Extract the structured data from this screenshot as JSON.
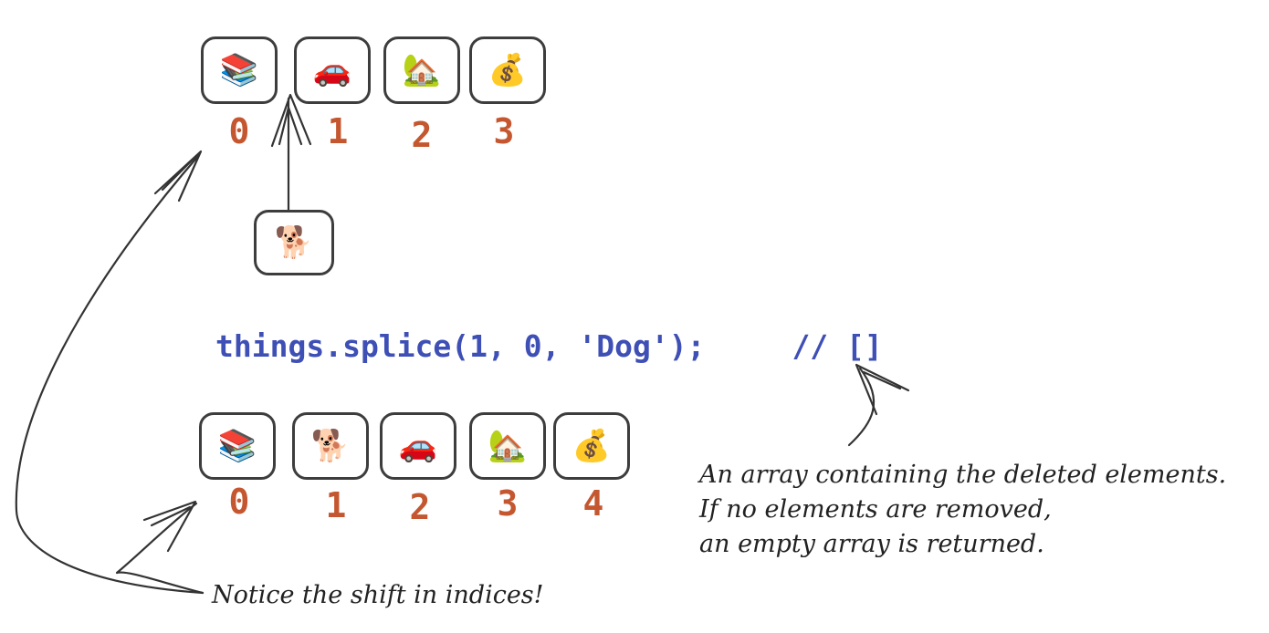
{
  "top_row": {
    "items": [
      "📚",
      "🚗",
      "🏡",
      "💰"
    ],
    "indices": [
      "0",
      "1",
      "2",
      "3"
    ]
  },
  "inserted_item": "🐕",
  "code": {
    "statement": "things.splice(1, 0, 'Dog');",
    "comment": "// []"
  },
  "bottom_row": {
    "items": [
      "📚",
      "🐕",
      "🚗",
      "🏡",
      "💰"
    ],
    "indices": [
      "0",
      "1",
      "2",
      "3",
      "4"
    ]
  },
  "return_note": [
    "An array containing the deleted elements.",
    "If no elements are removed,",
    "an empty array is returned."
  ],
  "shift_note": "Notice the shift in indices!",
  "colors": {
    "index": "#c4572f",
    "code": "#3e4fb5",
    "stroke": "#3d3d3d"
  }
}
